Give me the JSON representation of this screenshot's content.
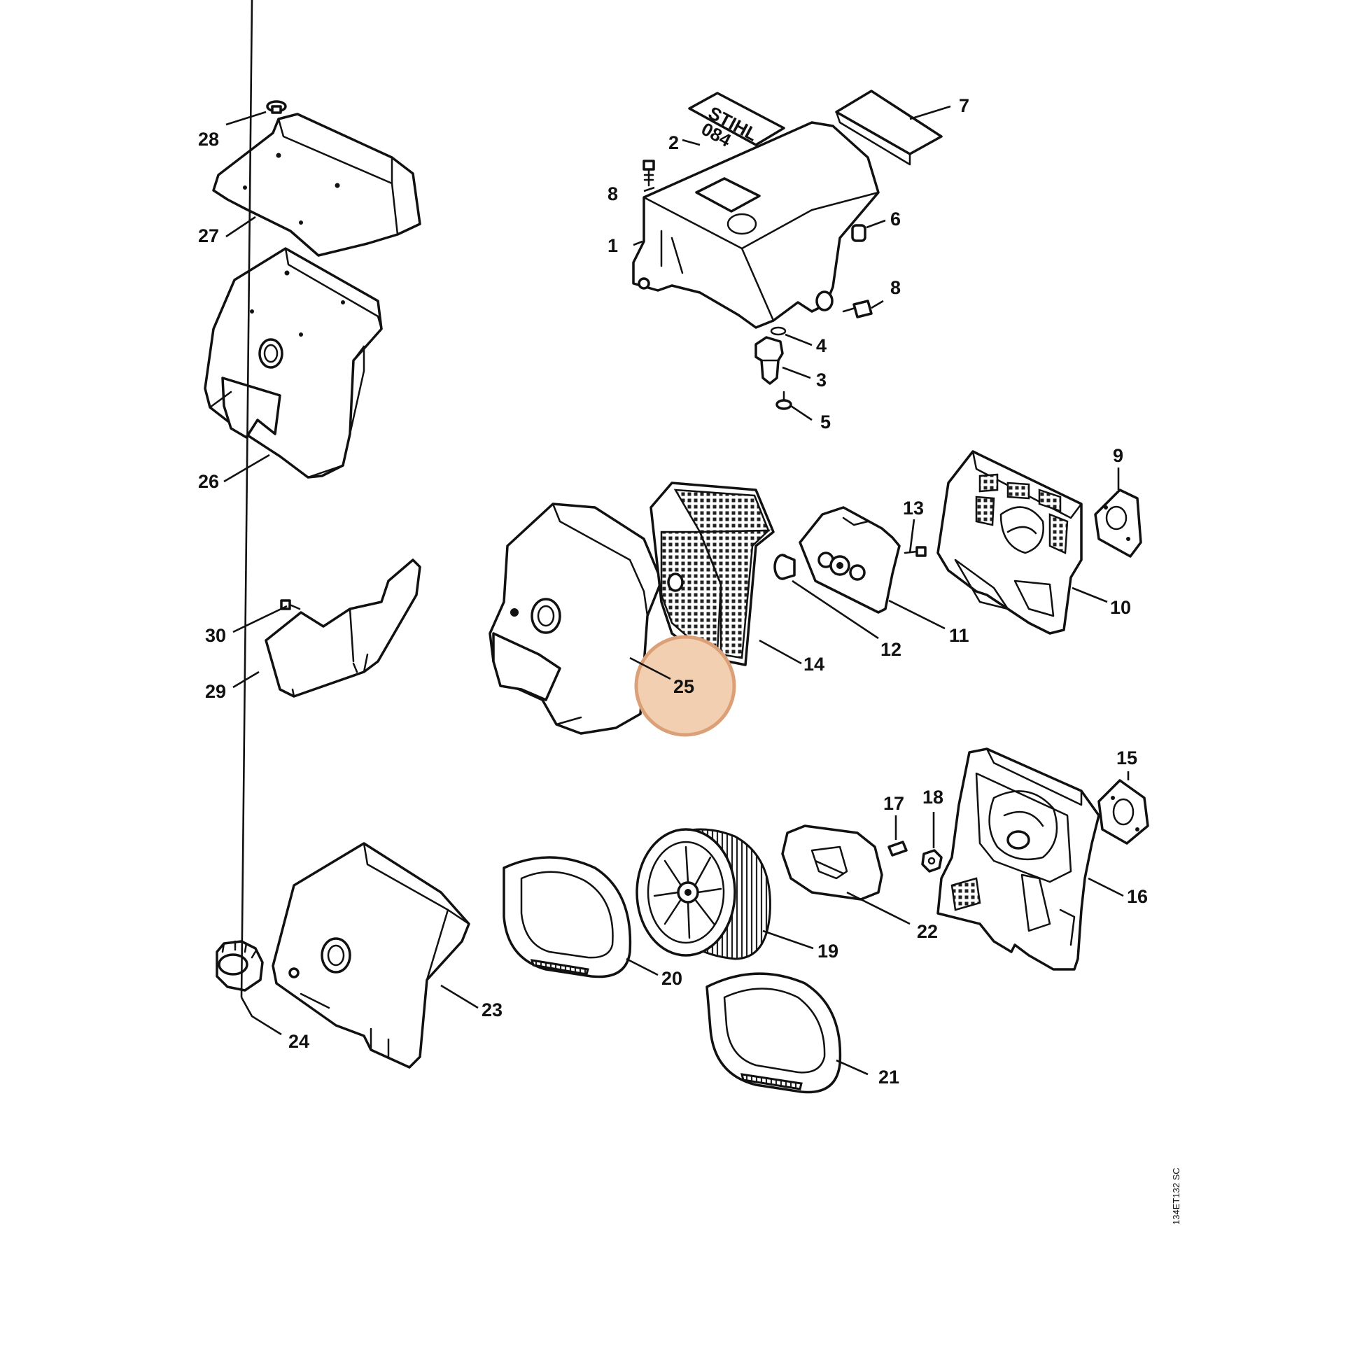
{
  "diagram": {
    "reference_code": "134ET132 SC",
    "nameplate": {
      "line1": "STIHL",
      "line2": "084"
    },
    "highlight_color": "#dba077",
    "highlight_fill": "#f2cfb1",
    "callouts": {
      "c1": "1",
      "c2": "2",
      "c3": "3",
      "c4": "4",
      "c5": "5",
      "c6": "6",
      "c7": "7",
      "c8a": "8",
      "c8b": "8",
      "c9": "9",
      "c10": "10",
      "c11": "11",
      "c12": "12",
      "c13": "13",
      "c14": "14",
      "c15": "15",
      "c16": "16",
      "c17": "17",
      "c18": "18",
      "c19": "19",
      "c20": "20",
      "c21": "21",
      "c22": "22",
      "c23": "23",
      "c24": "24",
      "c25": "25",
      "c26": "26",
      "c27": "27",
      "c28": "28",
      "c29": "29",
      "c30": "30"
    }
  }
}
